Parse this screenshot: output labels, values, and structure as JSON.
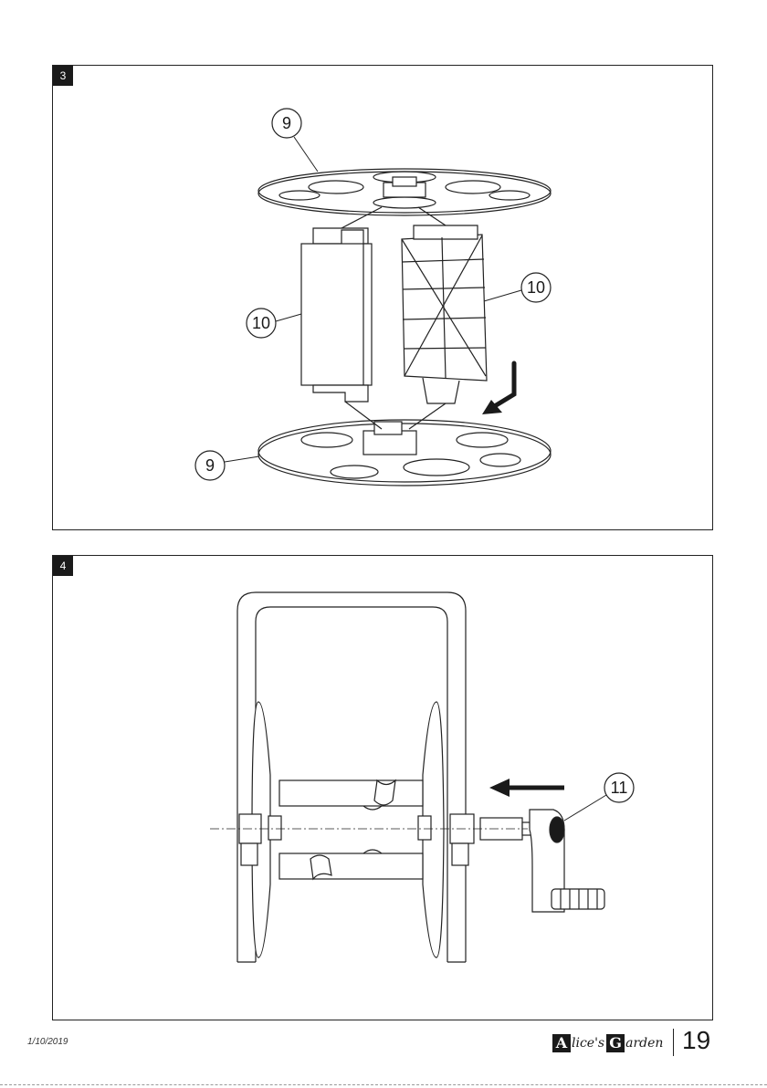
{
  "step3": {
    "number": "3",
    "callouts": {
      "top_disc": "9",
      "right_half": "10",
      "left_half": "10",
      "bottom_disc": "9"
    }
  },
  "step4": {
    "number": "4",
    "callouts": {
      "crank": "11"
    }
  },
  "footer": {
    "date": "1/10/2019",
    "brand": {
      "box1": "A",
      "text1": "lice's",
      "box2": "G",
      "text2": "arden"
    },
    "page_number": "19"
  },
  "colors": {
    "ink": "#1a1a1a",
    "part_fill": "#ffffff",
    "line": "#222222"
  }
}
